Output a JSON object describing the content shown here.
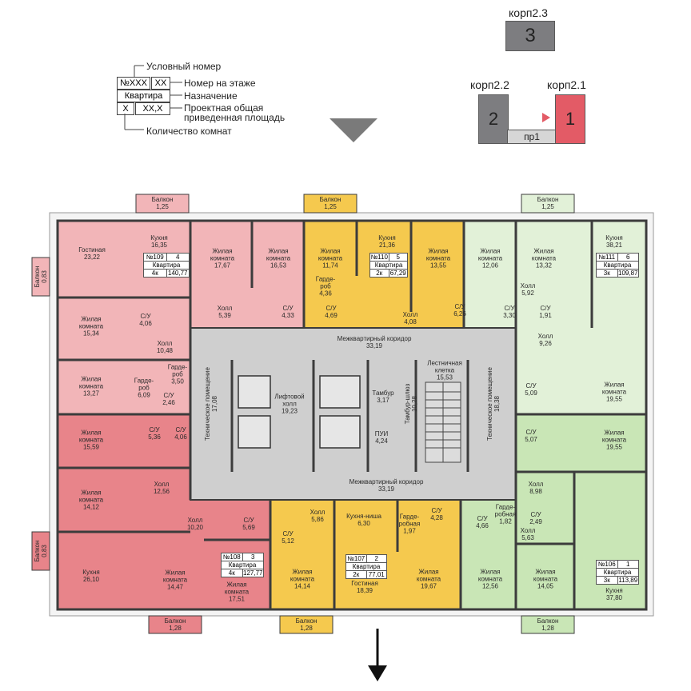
{
  "colors": {
    "red": "#e8848a",
    "pink": "#f2b5b8",
    "yellow": "#f5c94e",
    "green": "#c9e6b6",
    "greenLight": "#e2f1d8",
    "gray": "#cfcfcf",
    "wall": "#3c3c3c"
  },
  "legend": {
    "conditional_number": "Условный номер",
    "number_on_floor": "Номер на этаже",
    "purpose": "Назначение",
    "area_line1": "Проектная общая",
    "area_line2": "приведенная площадь",
    "rooms_count": "Количество комнат",
    "box_num": "№XXX",
    "box_floor": "XX",
    "box_purpose": "Квартира",
    "box_rooms": "X",
    "box_area": "XX,X"
  },
  "buildings": {
    "k23_label": "корп2.3",
    "k23_num": "3",
    "k22_label": "корп2.2",
    "k22_num": "2",
    "k21_label": "корп2.1",
    "k21_num": "1",
    "passage": "пр1"
  },
  "balconies": [
    {
      "t": "Балкон\n1,25"
    },
    {
      "t": "Балкон\n1,25"
    },
    {
      "t": "Балкон\n1,25"
    },
    {
      "t": "Балкон\n0,83"
    },
    {
      "t": "Балкон\n0,83"
    },
    {
      "t": "Балкон\n1,28"
    },
    {
      "t": "Балкон\n1,28"
    },
    {
      "t": "Балкон\n1,28"
    }
  ],
  "rooms": [
    {
      "t": "Гостиная\n23,22"
    },
    {
      "t": "Кухня\n16,35"
    },
    {
      "t": "Жилая\nкомната\n15,34"
    },
    {
      "t": "С/У\n4,06"
    },
    {
      "t": "Холл\n10,48"
    },
    {
      "t": "Жилая\nкомната\n13,27"
    },
    {
      "t": "Гарде-\nроб\n6,09"
    },
    {
      "t": "Гарде-\nроб\n3,50"
    },
    {
      "t": "С/У\n2,46"
    },
    {
      "t": "Жилая\nкомната\n17,67"
    },
    {
      "t": "Жилая\nкомната\n16,53"
    },
    {
      "t": "Холл\n5,39"
    },
    {
      "t": "С/У\n4,33"
    },
    {
      "t": "Жилая\nкомната\n11,74"
    },
    {
      "t": "Кухня\n21,36"
    },
    {
      "t": "Жилая\nкомната\n13,55"
    },
    {
      "t": "Гарде-\nроб\n4,36"
    },
    {
      "t": "С/У\n4,69"
    },
    {
      "t": "Холл\n4,08"
    },
    {
      "t": "С/У\n6,26"
    },
    {
      "t": "Жилая\nкомната\n12,06"
    },
    {
      "t": "Жилая\nкомната\n13,32"
    },
    {
      "t": "Кухня\n38,21"
    },
    {
      "t": "Холл\n5,92"
    },
    {
      "t": "С/У\n3,30"
    },
    {
      "t": "С/У\n1,91"
    },
    {
      "t": "Холл\n9,26"
    },
    {
      "t": "Межквартирный коридор\n33,19"
    },
    {
      "t": "Техническое помещение\n17,08"
    },
    {
      "t": "Лифтовой\nхолл\n19,23"
    },
    {
      "t": "Тамбур\n3,17"
    },
    {
      "t": "ПУИ\n4,24"
    },
    {
      "t": "Тамбур-шлюз\n10,28"
    },
    {
      "t": "Лестничная\nклетка\n15,53"
    },
    {
      "t": "Техническое помещение\n18,38"
    },
    {
      "t": "С/У\n5,09"
    },
    {
      "t": "Жилая\nкомната\n19,55"
    },
    {
      "t": "С/У\n5,07"
    },
    {
      "t": "Жилая\nкомната\n19,55"
    },
    {
      "t": "Жилая\nкомната\n15,59"
    },
    {
      "t": "С/У\n5,36"
    },
    {
      "t": "С/У\n4,06"
    },
    {
      "t": "Жилая\nкомната\n14,12"
    },
    {
      "t": "Холл\n12,56"
    },
    {
      "t": "Межквартирный коридор\n33,19"
    },
    {
      "t": "Холл\n10,20"
    },
    {
      "t": "С/У\n5,69"
    },
    {
      "t": "Кухня\n26,10"
    },
    {
      "t": "Жилая\nкомната\n14,47"
    },
    {
      "t": "Жилая\nкомната\n17,51"
    },
    {
      "t": "Холл\n5,86"
    },
    {
      "t": "С/У\n5,12"
    },
    {
      "t": "Кухня-ниша\n6,30"
    },
    {
      "t": "Гарде-\nробная\n1,97"
    },
    {
      "t": "С/У\n4,28"
    },
    {
      "t": "Жилая\nкомната\n14,14"
    },
    {
      "t": "Гостиная\n18,39"
    },
    {
      "t": "Жилая\nкомната\n19,67"
    },
    {
      "t": "Холл\n8,98"
    },
    {
      "t": "С/У\n4,66"
    },
    {
      "t": "Гарде-\nробная\n1,82"
    },
    {
      "t": "С/У\n2,49"
    },
    {
      "t": "Холл\n5,63"
    },
    {
      "t": "Жилая\nкомната\n12,56"
    },
    {
      "t": "Жилая\nкомната\n14,05"
    },
    {
      "t": "Кухня\n37,80"
    }
  ],
  "apartments": [
    {
      "num": "№109",
      "floor": "4",
      "purpose": "Квартира",
      "rooms": "4к",
      "area": "140,77"
    },
    {
      "num": "№110",
      "floor": "5",
      "purpose": "Квартира",
      "rooms": "2к",
      "area": "67,29"
    },
    {
      "num": "№111",
      "floor": "6",
      "purpose": "Квартира",
      "rooms": "3к",
      "area": "109,87"
    },
    {
      "num": "№108",
      "floor": "3",
      "purpose": "Квартира",
      "rooms": "4к",
      "area": "127,77"
    },
    {
      "num": "№107",
      "floor": "2",
      "purpose": "Квартира",
      "rooms": "2к",
      "area": "77,01"
    },
    {
      "num": "№106",
      "floor": "1",
      "purpose": "Квартира",
      "rooms": "3к",
      "area": "113,89"
    }
  ]
}
